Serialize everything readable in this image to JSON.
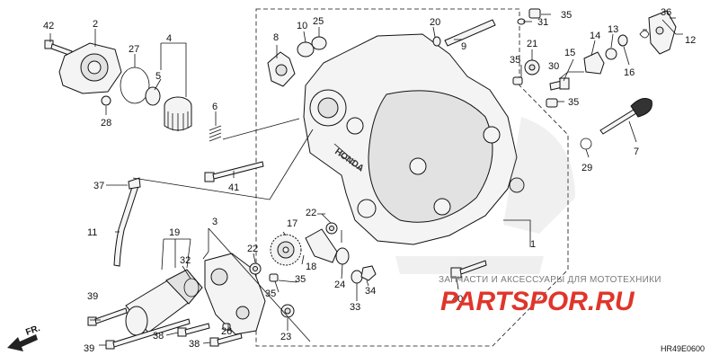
{
  "diagram": {
    "code": "HR49E0600",
    "direction_label": "FR.",
    "watermark_text": "ЗАПЧАСТИ И АКСЕССУАРЫ ДЛЯ МОТОТЕХНИКИ",
    "watermark_logo": "PARTSPOR.RU",
    "callouts": {
      "c1": "1",
      "c2": "2",
      "c3": "3",
      "c4": "4",
      "c5": "5",
      "c6": "6",
      "c7": "7",
      "c8": "8",
      "c9": "9",
      "c10": "10",
      "c11": "11",
      "c12": "12",
      "c13": "13",
      "c14": "14",
      "c15": "15",
      "c16": "16",
      "c17": "17",
      "c18": "18",
      "c19": "19",
      "c20": "20",
      "c21": "21",
      "c22a": "22",
      "c22b": "22",
      "c23": "23",
      "c24": "24",
      "c25": "25",
      "c26": "26",
      "c27": "27",
      "c28": "28",
      "c29": "29",
      "c30": "30",
      "c31": "31",
      "c32": "32",
      "c33": "33",
      "c34": "34",
      "c35a": "35",
      "c35b": "35",
      "c35c": "35",
      "c35d": "35",
      "c35e": "35",
      "c36": "36",
      "c37": "37",
      "c38a": "38",
      "c38b": "38",
      "c39a": "39",
      "c39b": "39",
      "c40": "40",
      "c41": "41",
      "c42": "42"
    }
  }
}
